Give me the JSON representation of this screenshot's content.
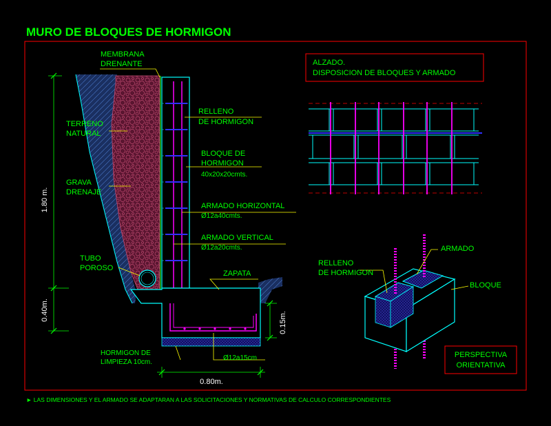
{
  "title": "MURO DE BLOQUES DE HORMIGON",
  "labels": {
    "membrana_1": "MEMBRANA",
    "membrana_2": "DRENANTE",
    "terreno_1": "TERRENO",
    "terreno_2": "NATURAL",
    "grava_1": "GRAVA",
    "grava_2": "DRENAJE",
    "tubo_1": "TUBO",
    "tubo_2": "POROSO",
    "relleno_1": "RELLENO",
    "relleno_2": "DE HORMIGON",
    "bloque_1": "BLOQUE DE",
    "bloque_2": "HORMIGON",
    "bloque_3": "40x20x20cmts.",
    "armh_1": "ARMADO HORIZONTAL",
    "armh_2": "Ø12a40cmts.",
    "armv_1": "ARMADO VERTICAL",
    "armv_2": "Ø12a20cmts.",
    "zapata": "ZAPATA",
    "limpieza_1": "HORMIGON DE",
    "limpieza_2": "LIMPIEZA 10cm.",
    "zapata_armado": "Ø12a15cm"
  },
  "dimensions": {
    "height_wall": "1.80 m.",
    "height_footing": "0.40m.",
    "footing_depth": "0.15m.",
    "footing_width": "0.80m."
  },
  "alzado": {
    "line1": "ALZADO.",
    "line2": "DISPOSICION DE BLOQUES Y ARMADO"
  },
  "perspectiva": {
    "relleno_1": "RELLENO",
    "relleno_2": "DE HORMIGON",
    "armado": "ARMADO",
    "bloque": "BLOQUE",
    "box_1": "PERSPECTIVA",
    "box_2": "ORIENTATIVA"
  },
  "footnote": "► LAS DIMENSIONES Y EL ARMADO SE ADAPTARAN A LAS SOLICITACIONES Y NORMATIVAS DE CALCULO CORRESPONDIENTES",
  "colors": {
    "title": "#00ff00",
    "frame": "#ff0000",
    "label": "#00ff00",
    "leader": "#ffff00",
    "wall": "#00ffff",
    "rebar": "#ff00ff",
    "horizontal_rebar": "#0000ff",
    "gravel": "#7a1f3d",
    "soil": "#2a4a8a",
    "background": "#000000"
  }
}
